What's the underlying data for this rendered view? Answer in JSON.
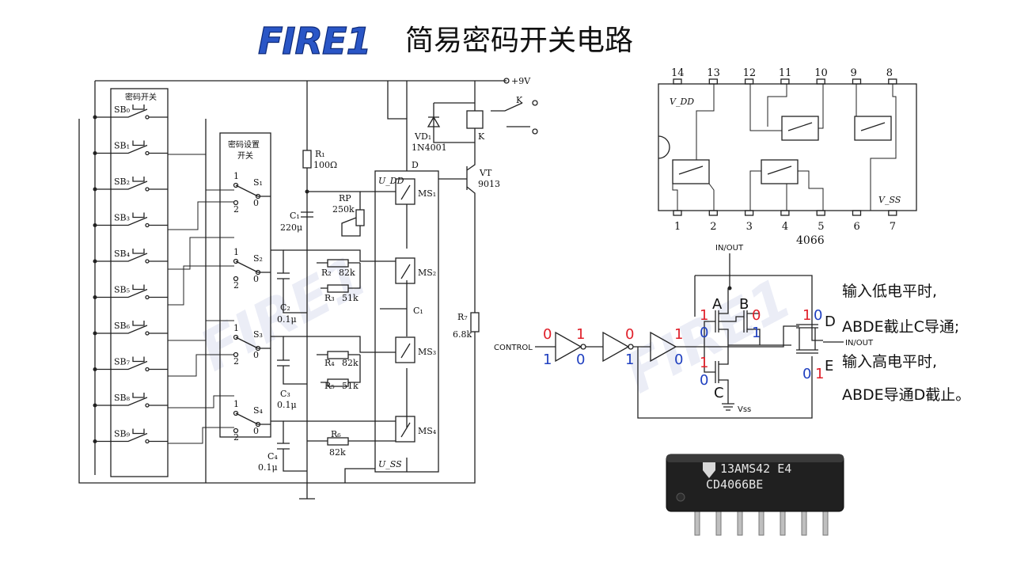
{
  "header": {
    "logo_text": "FIRE1",
    "title": "简易密码开关电路"
  },
  "schematic": {
    "switch_bank_title": "密码开关",
    "switch_labels": [
      "SB₀",
      "SB₁",
      "SB₂",
      "SB₃",
      "SB₄",
      "SB₅",
      "SB₆",
      "SB₇",
      "SB₈",
      "SB₉"
    ],
    "setting_box_title_1": "密码设置",
    "setting_box_title_2": "开关",
    "selector_labels": [
      "S₁",
      "S₂",
      "S₃",
      "S₄"
    ],
    "selector_pos_1": "1",
    "selector_pos_2": "2",
    "selector_pos_0": "0",
    "supply": "+9V",
    "r1": "R₁",
    "r1_val": "100Ω",
    "rp": "RP",
    "rp_val": "250k",
    "c1": "C₁",
    "c1_val": "220μ",
    "c2": "C₂",
    "c2_val": "0.1μ",
    "c3": "C₃",
    "c3_val": "0.1μ",
    "c4": "C₄",
    "c4_val": "0.1μ",
    "r2": "R₂",
    "r2_val": "82k",
    "r3": "R₃",
    "r3_val": "51k",
    "r4": "R₄",
    "r4_val": "82k",
    "r5": "R₅",
    "r5_val": "51k",
    "r6": "R₆",
    "r6_val": "82k",
    "r7": "R₇",
    "r7_val": "6.8k",
    "vd1": "VD₁",
    "vd1_val": "1N4001",
    "relay": "K",
    "relay_contact": "K",
    "vt": "VT",
    "vt_val": "9013",
    "ic_label": "D",
    "udd": "U_DD",
    "uss": "U_SS",
    "c_pin": "C₁",
    "ms_labels": [
      "MS₁",
      "MS₂",
      "MS₃",
      "MS₄"
    ]
  },
  "pinout": {
    "top_pins": [
      "14",
      "13",
      "12",
      "11",
      "10",
      "9",
      "8"
    ],
    "bottom_pins": [
      "1",
      "2",
      "3",
      "4",
      "5",
      "6",
      "7"
    ],
    "vdd": "V_DD",
    "vss": "V_SS",
    "chip": "4066"
  },
  "logic": {
    "in_out_top": "IN/OUT",
    "in_out_right": "IN/OUT",
    "control": "CONTROL",
    "levels_red": [
      "0",
      "1",
      "0",
      "1"
    ],
    "levels_blue": [
      "1",
      "0",
      "1",
      "0"
    ],
    "upper_red_left": "1",
    "upper_blue_left": "0",
    "lower_red_left": "1",
    "lower_blue_left": "0",
    "red_b": "0",
    "blue_b": "1",
    "d_red": "1",
    "d_blue": "0",
    "e_red": "1",
    "e_blue": "0",
    "node_a": "A",
    "node_b": "B",
    "node_c": "C",
    "node_d": "D",
    "node_e": "E",
    "vss_small": "Vss"
  },
  "notes": {
    "line1": "输入低电平时,",
    "line2": "ABDE截止C导通;",
    "line3": "输入高电平时,",
    "line4": "ABDE导通D截止。"
  },
  "photo": {
    "marking_1": "13AMS42 E4",
    "marking_2": "CD4066BE"
  },
  "colors": {
    "logo_blue": "#2a56c6",
    "logic_red": "#e0202a",
    "logic_blue": "#2040c0"
  }
}
